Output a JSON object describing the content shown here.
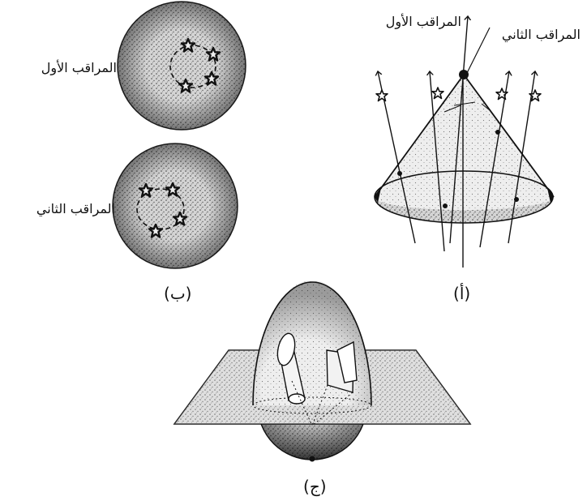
{
  "panel_a": {
    "caption": "(أ)",
    "label_observer1": "المراقب الأول",
    "label_observer2": "المراقب الثاني"
  },
  "panel_b": {
    "caption": "(ب)",
    "label_observer1": "المراقب الأول",
    "label_observer2": "المراقب الثاني"
  },
  "panel_c": {
    "caption": "(ج)"
  }
}
